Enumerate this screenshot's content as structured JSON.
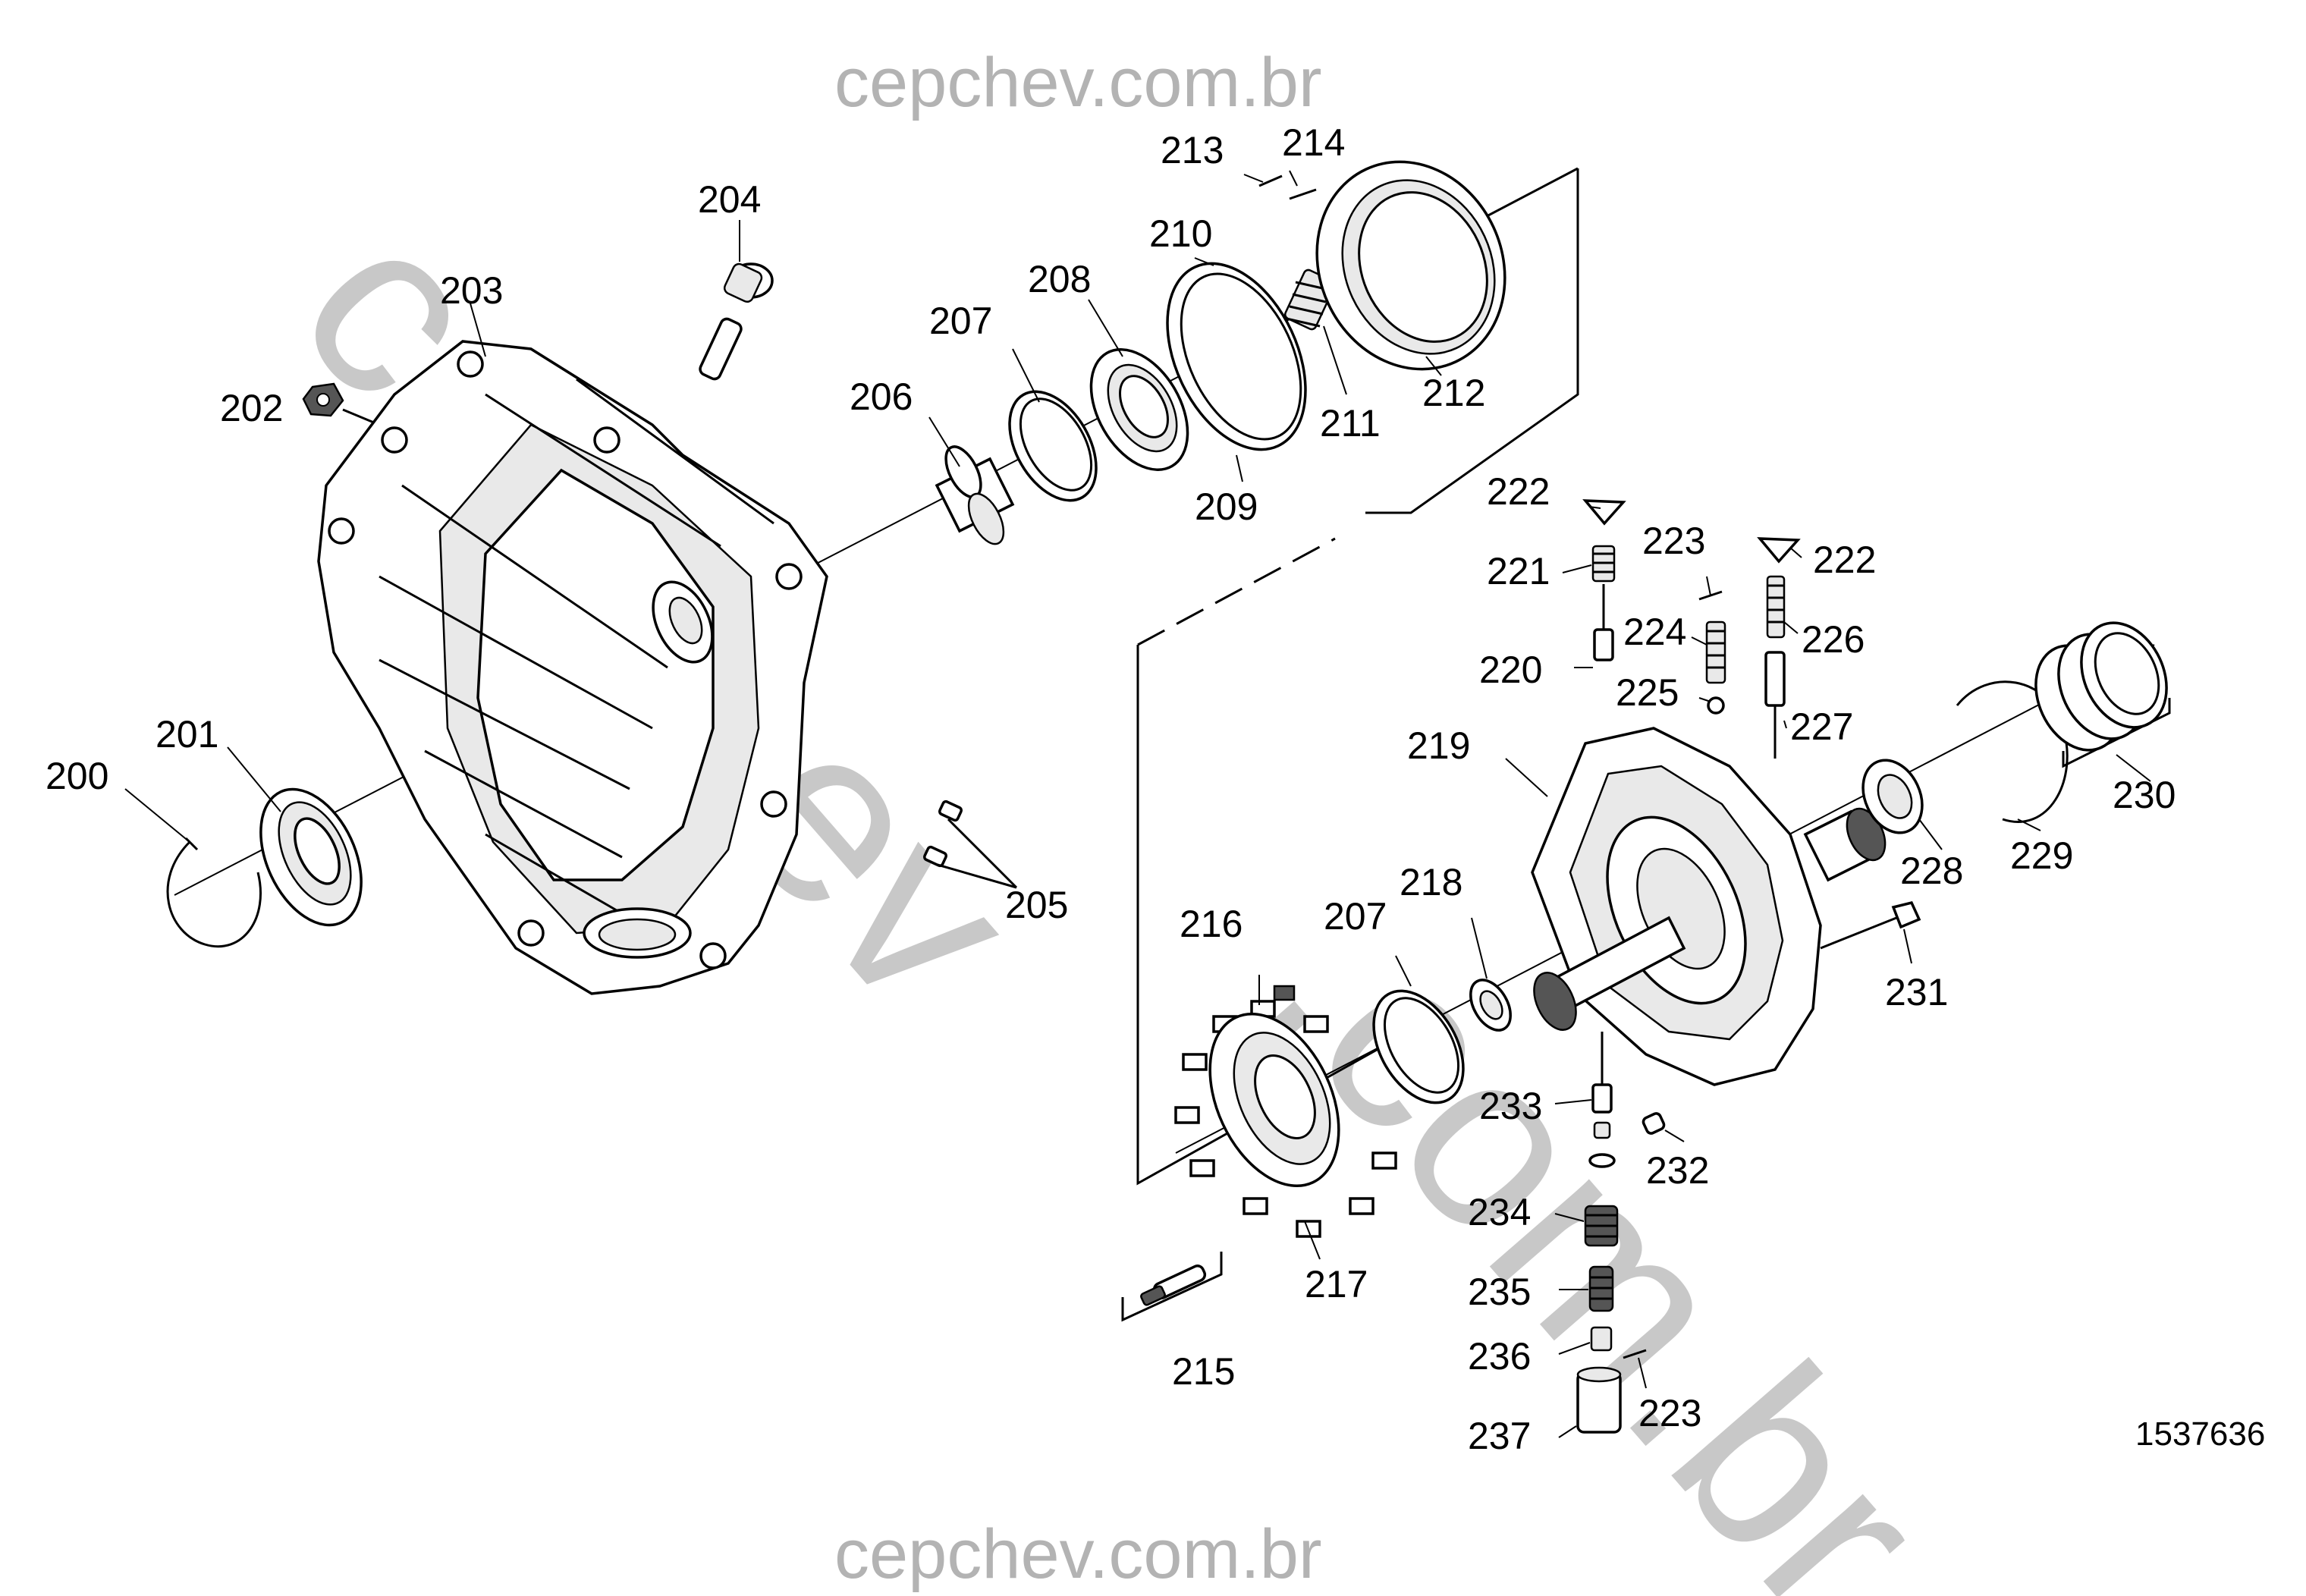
{
  "watermark": {
    "top": "cepchev.com.br",
    "bottom": "cepchev.com.br",
    "diagonal_1": "cepchev",
    "diagonal_2": ".com.br"
  },
  "figure_id": "1537636",
  "callouts": {
    "c200": "200",
    "c201": "201",
    "c202": "202",
    "c203": "203",
    "c204": "204",
    "c205": "205",
    "c206": "206",
    "c207a": "207",
    "c207b": "207",
    "c208": "208",
    "c209": "209",
    "c210": "210",
    "c211": "211",
    "c212": "212",
    "c213": "213",
    "c214": "214",
    "c215": "215",
    "c216": "216",
    "c217": "217",
    "c218": "218",
    "c219": "219",
    "c220": "220",
    "c221": "221",
    "c222a": "222",
    "c222b": "222",
    "c223a": "223",
    "c223b": "223",
    "c224": "224",
    "c225": "225",
    "c226": "226",
    "c227": "227",
    "c228": "228",
    "c229": "229",
    "c230": "230",
    "c231": "231",
    "c232": "232",
    "c233": "233",
    "c234": "234",
    "c235": "235",
    "c236": "236",
    "c237": "237"
  }
}
